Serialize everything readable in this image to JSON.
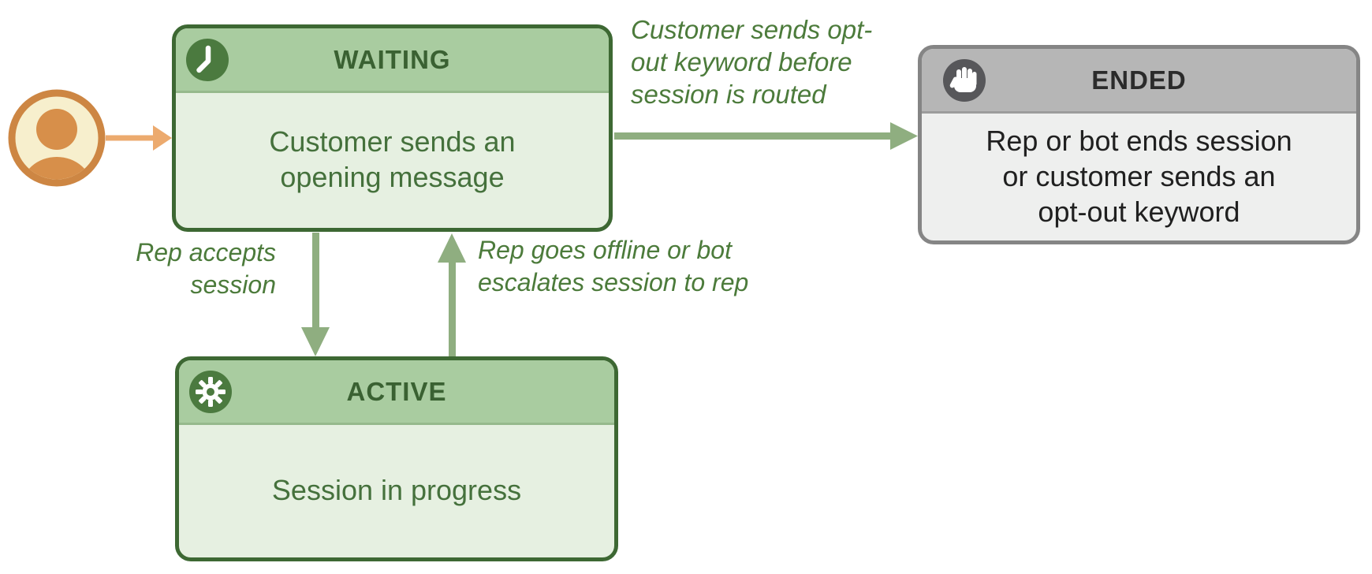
{
  "diagram": {
    "type": "state-flow",
    "actor": {
      "name": "customer"
    },
    "states": {
      "waiting": {
        "title": "WAITING",
        "icon": "clock-icon",
        "description_lines": [
          "Customer sends an",
          "opening message"
        ]
      },
      "active": {
        "title": "ACTIVE",
        "icon": "gear-icon",
        "description_lines": [
          "Session in progress"
        ]
      },
      "ended": {
        "title": "ENDED",
        "icon": "hand-icon",
        "description_lines": [
          "Rep or bot ends session",
          "or customer sends an",
          "opt-out keyword"
        ]
      }
    },
    "transitions": {
      "customer_to_waiting": {
        "label_lines": []
      },
      "waiting_to_ended": {
        "label_lines": [
          "Customer sends opt-",
          "out keyword before",
          "session is routed"
        ]
      },
      "waiting_to_active": {
        "label_lines": [
          "Rep accepts",
          "session"
        ]
      },
      "active_to_waiting": {
        "label_lines": [
          "Rep goes offline or bot",
          "escalates session to rep"
        ]
      }
    },
    "colors": {
      "green_border": "#3d6833",
      "green_header": "#a9cca0",
      "green_body": "#e6f0e1",
      "green_title": "#3a6132",
      "green_text": "#45713c",
      "green_arrow": "#8fae80",
      "label_green": "#4c7b3b",
      "gray_border": "#858585",
      "gray_header": "#b6b6b6",
      "gray_body": "#eeefee",
      "gray_title": "#2b2b2b",
      "gray_text": "#202020",
      "icon_circle_green": "#4b7a3f",
      "icon_circle_gray": "#57575a",
      "orange_ring": "#cd8643",
      "orange_fill": "#f7efcd",
      "orange_person": "#d78f4a",
      "orange_arrow": "#ecaa6e"
    }
  }
}
